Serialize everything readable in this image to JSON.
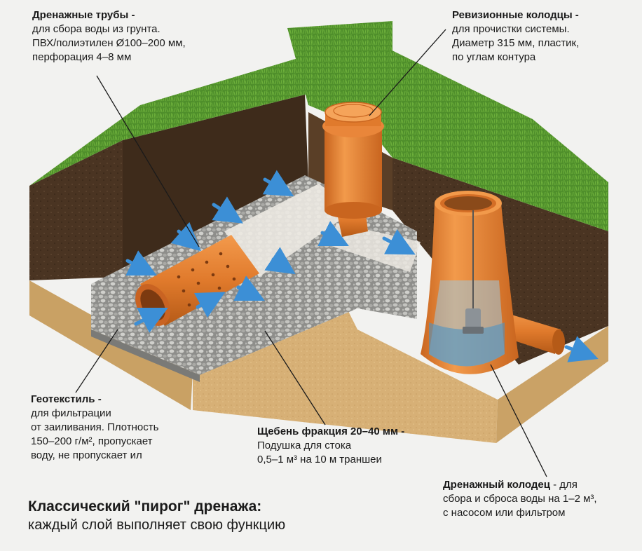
{
  "labels": {
    "pipes": {
      "title": "Дренажные трубы -",
      "body": "для сбора воды из грунта.\nПВХ/полиэтилен Ø100–200 мм,\nперфорация 4–8 мм"
    },
    "wells": {
      "title": "Ревизионные колодцы -",
      "body": "для прочистки системы.\nДиаметр 315 мм, пластик,\nпо углам контура"
    },
    "geotextile": {
      "title": "Геотекстиль -",
      "body": "для фильтрации\nот заиливания. Плотность\n150–200 г/м², пропускает\nводу, не пропускает ил"
    },
    "gravel": {
      "title": "Щебень фракция 20–40 мм -",
      "body": "Подушка для стока\n0,5–1 м³ на 10 м траншеи"
    },
    "drain_well": {
      "title": "Дренажный колодец",
      "body": " - для\nсбора и сброса воды на 1–2 м³,\nс насосом или фильтром"
    }
  },
  "caption": {
    "line1": "Классический \"пирог\" дренажа:",
    "line2": "каждый слой выполняет свою функцию"
  },
  "colors": {
    "grass": "#4f8f2b",
    "soil": "#4a3422",
    "sand": "#d9b47a",
    "gravel": "#9b9b98",
    "pipe": "#e07a2c",
    "geotextile": "#e9e6df",
    "water_arrow": "#3c8fd6"
  }
}
